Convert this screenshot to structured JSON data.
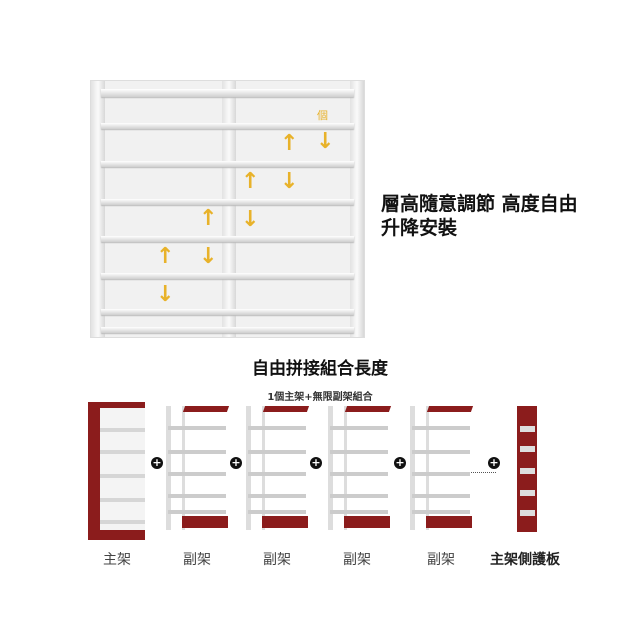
{
  "top_section": {
    "tag": "個",
    "caption_line1": "層高隨意調節 高度自由",
    "caption_line2": "升降安裝"
  },
  "bottom_section": {
    "title": "自由拼接組合長度",
    "subtitle": "1個主架+無限副架組合",
    "labels": [
      "主架",
      "副架",
      "副架",
      "副架",
      "副架",
      "主架側護板"
    ]
  },
  "colors": {
    "arrow": "#e8b22a",
    "panel": "#8b1c1c"
  }
}
